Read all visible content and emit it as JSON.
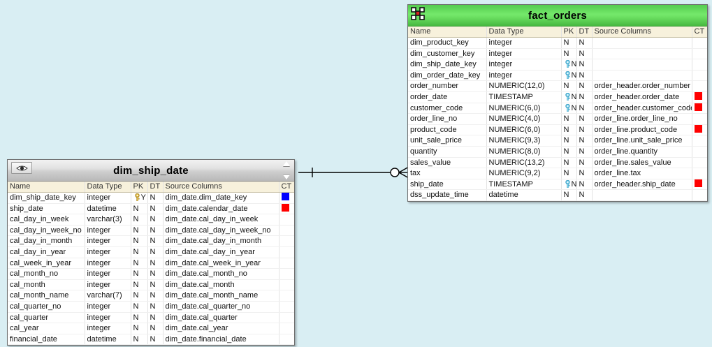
{
  "canvas": {
    "background": "#d9eef3"
  },
  "connector": {
    "name": "relationship-dim-ship-date-to-fact-orders",
    "left_notation": "one",
    "right_notation": "many-optional"
  },
  "tables": [
    {
      "id": "fact_orders",
      "title": "fact_orders",
      "icon": "fact-table-icon",
      "title_color": "#6ade60",
      "columns": [
        "Name",
        "Data Type",
        "PK",
        "DT",
        "Source Columns",
        "CT"
      ],
      "rows": [
        {
          "name": "dim_product_key",
          "type": "integer",
          "key": "",
          "pk": "N",
          "dt": "N",
          "source": "",
          "ct": ""
        },
        {
          "name": "dim_customer_key",
          "type": "integer",
          "key": "",
          "pk": "N",
          "dt": "N",
          "source": "",
          "ct": ""
        },
        {
          "name": "dim_ship_date_key",
          "type": "integer",
          "key": "blue",
          "pk": "N",
          "dt": "N",
          "source": "",
          "ct": ""
        },
        {
          "name": "dim_order_date_key",
          "type": "integer",
          "key": "blue",
          "pk": "N",
          "dt": "N",
          "source": "",
          "ct": ""
        },
        {
          "name": "order_number",
          "type": "NUMERIC(12,0)",
          "key": "",
          "pk": "N",
          "dt": "N",
          "source": "order_header.order_number",
          "ct": ""
        },
        {
          "name": "order_date",
          "type": "TIMESTAMP",
          "key": "blue",
          "pk": "N",
          "dt": "N",
          "source": "order_header.order_date",
          "ct": "red"
        },
        {
          "name": "customer_code",
          "type": "NUMERIC(6,0)",
          "key": "blue",
          "pk": "N",
          "dt": "N",
          "source": "order_header.customer_code",
          "ct": "red"
        },
        {
          "name": "order_line_no",
          "type": "NUMERIC(4,0)",
          "key": "",
          "pk": "N",
          "dt": "N",
          "source": "order_line.order_line_no",
          "ct": ""
        },
        {
          "name": "product_code",
          "type": "NUMERIC(6,0)",
          "key": "",
          "pk": "N",
          "dt": "N",
          "source": "order_line.product_code",
          "ct": "red"
        },
        {
          "name": "unit_sale_price",
          "type": "NUMERIC(9,3)",
          "key": "",
          "pk": "N",
          "dt": "N",
          "source": "order_line.unit_sale_price",
          "ct": ""
        },
        {
          "name": "quantity",
          "type": "NUMERIC(8,0)",
          "key": "",
          "pk": "N",
          "dt": "N",
          "source": "order_line.quantity",
          "ct": ""
        },
        {
          "name": "sales_value",
          "type": "NUMERIC(13,2)",
          "key": "",
          "pk": "N",
          "dt": "N",
          "source": "order_line.sales_value",
          "ct": ""
        },
        {
          "name": "tax",
          "type": "NUMERIC(9,2)",
          "key": "",
          "pk": "N",
          "dt": "N",
          "source": "order_line.tax",
          "ct": ""
        },
        {
          "name": "ship_date",
          "type": "TIMESTAMP",
          "key": "blue",
          "pk": "N",
          "dt": "N",
          "source": "order_header.ship_date",
          "ct": "red"
        },
        {
          "name": "dss_update_time",
          "type": "datetime",
          "key": "",
          "pk": "N",
          "dt": "N",
          "source": "",
          "ct": ""
        }
      ]
    },
    {
      "id": "dim_ship_date",
      "title": "dim_ship_date",
      "icon": "eye-icon",
      "title_color": "#cfcfcf",
      "columns": [
        "Name",
        "Data Type",
        "PK",
        "DT",
        "Source Columns",
        "CT"
      ],
      "rows": [
        {
          "name": "dim_ship_date_key",
          "type": "integer",
          "key": "gold",
          "pk": "Y",
          "dt": "N",
          "source": "dim_date.dim_date_key",
          "ct": "blue"
        },
        {
          "name": "ship_date",
          "type": "datetime",
          "key": "",
          "pk": "N",
          "dt": "N",
          "source": "dim_date.calendar_date",
          "ct": "red"
        },
        {
          "name": "cal_day_in_week",
          "type": "varchar(3)",
          "key": "",
          "pk": "N",
          "dt": "N",
          "source": "dim_date.cal_day_in_week",
          "ct": ""
        },
        {
          "name": "cal_day_in_week_no",
          "type": "integer",
          "key": "",
          "pk": "N",
          "dt": "N",
          "source": "dim_date.cal_day_in_week_no",
          "ct": ""
        },
        {
          "name": "cal_day_in_month",
          "type": "integer",
          "key": "",
          "pk": "N",
          "dt": "N",
          "source": "dim_date.cal_day_in_month",
          "ct": ""
        },
        {
          "name": "cal_day_in_year",
          "type": "integer",
          "key": "",
          "pk": "N",
          "dt": "N",
          "source": "dim_date.cal_day_in_year",
          "ct": ""
        },
        {
          "name": "cal_week_in_year",
          "type": "integer",
          "key": "",
          "pk": "N",
          "dt": "N",
          "source": "dim_date.cal_week_in_year",
          "ct": ""
        },
        {
          "name": "cal_month_no",
          "type": "integer",
          "key": "",
          "pk": "N",
          "dt": "N",
          "source": "dim_date.cal_month_no",
          "ct": ""
        },
        {
          "name": "cal_month",
          "type": "integer",
          "key": "",
          "pk": "N",
          "dt": "N",
          "source": "dim_date.cal_month",
          "ct": ""
        },
        {
          "name": "cal_month_name",
          "type": "varchar(7)",
          "key": "",
          "pk": "N",
          "dt": "N",
          "source": "dim_date.cal_month_name",
          "ct": ""
        },
        {
          "name": "cal_quarter_no",
          "type": "integer",
          "key": "",
          "pk": "N",
          "dt": "N",
          "source": "dim_date.cal_quarter_no",
          "ct": ""
        },
        {
          "name": "cal_quarter",
          "type": "integer",
          "key": "",
          "pk": "N",
          "dt": "N",
          "source": "dim_date.cal_quarter",
          "ct": ""
        },
        {
          "name": "cal_year",
          "type": "integer",
          "key": "",
          "pk": "N",
          "dt": "N",
          "source": "dim_date.cal_year",
          "ct": ""
        },
        {
          "name": "financial_date",
          "type": "datetime",
          "key": "",
          "pk": "N",
          "dt": "N",
          "source": "dim_date.financial_date",
          "ct": ""
        }
      ]
    }
  ]
}
